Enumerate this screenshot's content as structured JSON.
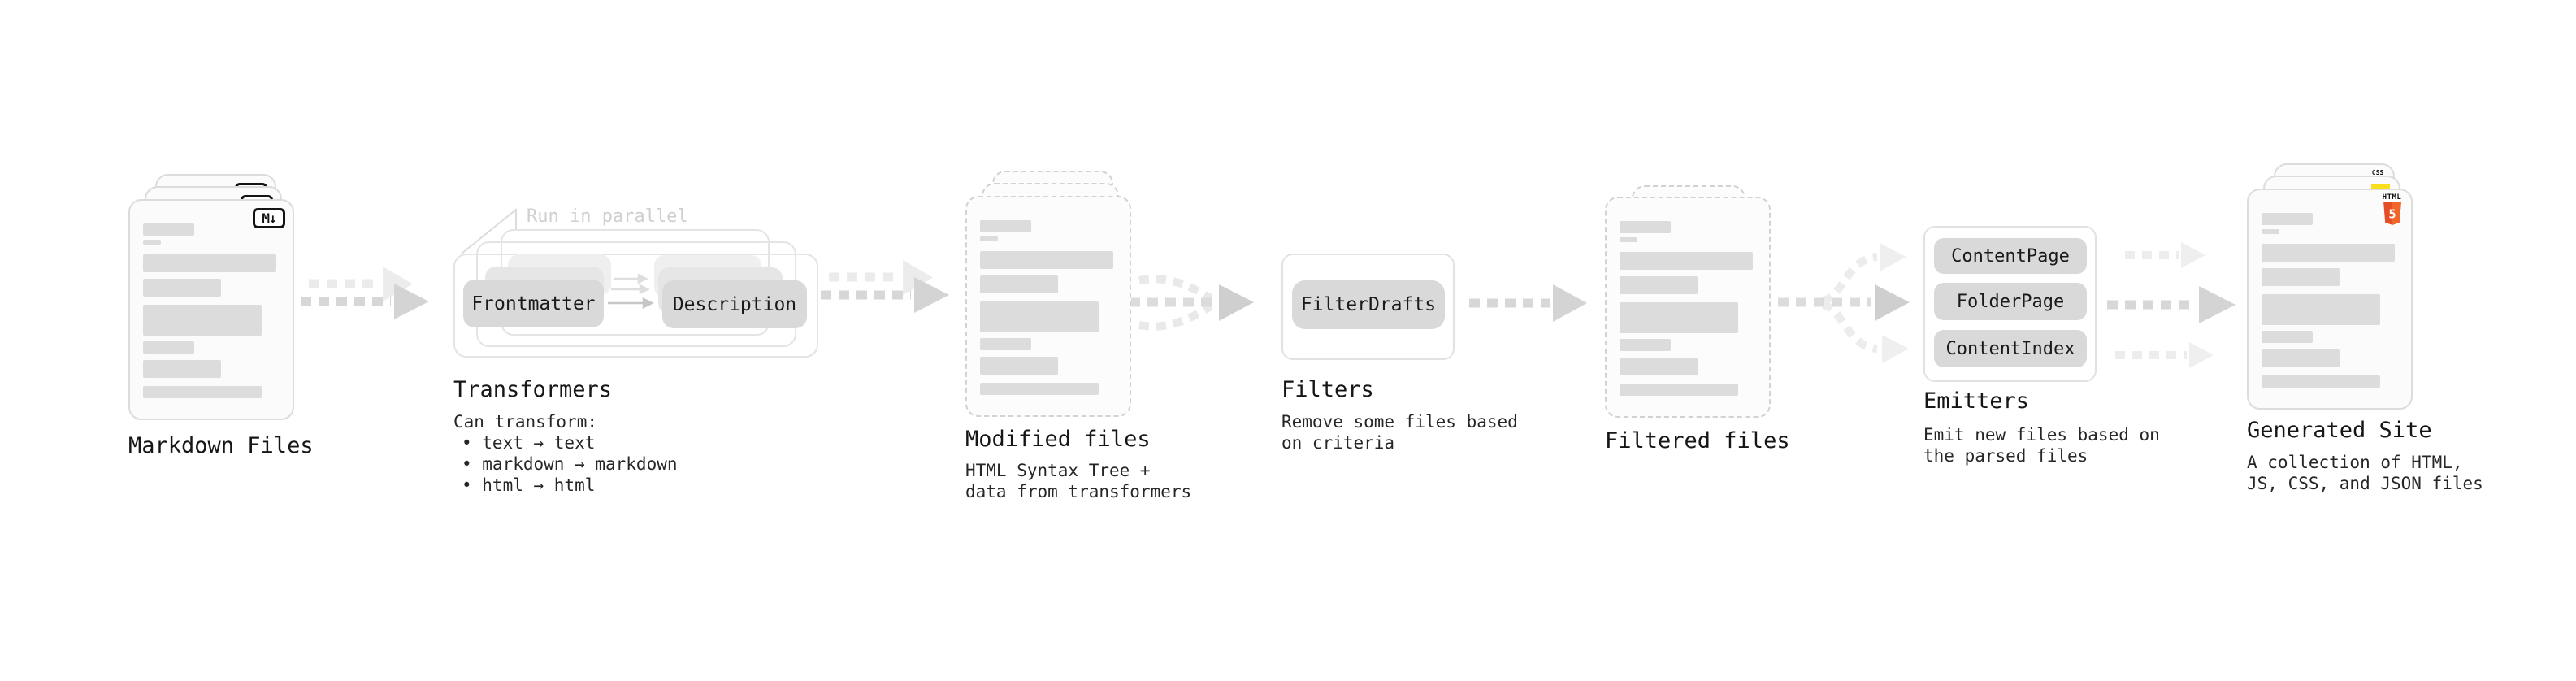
{
  "colors": {
    "background": "#ffffff",
    "button_bg": "#d9d9d9",
    "button_text": "#1a1a1a",
    "card_bg": "#fbfbfb",
    "card_border": "#dcdcdc",
    "dashed_border": "#d2d2d2",
    "skeleton_line": "#dcdcdc",
    "arrow_dark": "#d4d4d4",
    "arrow_light": "#ececec",
    "note_text": "#cfcfcf",
    "title_text": "#161616",
    "desc_text": "#262626",
    "html5_orange": "#e44d26",
    "html5_orange_light": "#f16529",
    "js_yellow": "#f7df1e",
    "css_blue": "#2b6bf3"
  },
  "nodes": {
    "markdown_files": {
      "label": "Markdown Files",
      "badge": "M↓"
    },
    "transformers": {
      "label": "Transformers",
      "note": "Run in parallel",
      "step1": "Frontmatter",
      "step2": "Description",
      "desc1": "Can transform:",
      "desc2": "• text → text",
      "desc3": "• markdown → markdown",
      "desc4": "• html → html"
    },
    "modified_files": {
      "label": "Modified files",
      "desc1": "HTML Syntax Tree +",
      "desc2": "data from transformers"
    },
    "filters": {
      "label": "Filters",
      "item1": "FilterDrafts",
      "desc1": "Remove some files based",
      "desc2": "on criteria"
    },
    "filtered_files": {
      "label": "Filtered files"
    },
    "emitters": {
      "label": "Emitters",
      "item1": "ContentPage",
      "item2": "FolderPage",
      "item3": "ContentIndex",
      "desc1": "Emit new files based on",
      "desc2": "the parsed files"
    },
    "generated_site": {
      "label": "Generated Site",
      "badge_html": "HTML",
      "badge_html_5": "5",
      "badge_css": "CSS",
      "desc1": "A collection of HTML,",
      "desc2": "JS, CSS, and JSON files"
    }
  }
}
